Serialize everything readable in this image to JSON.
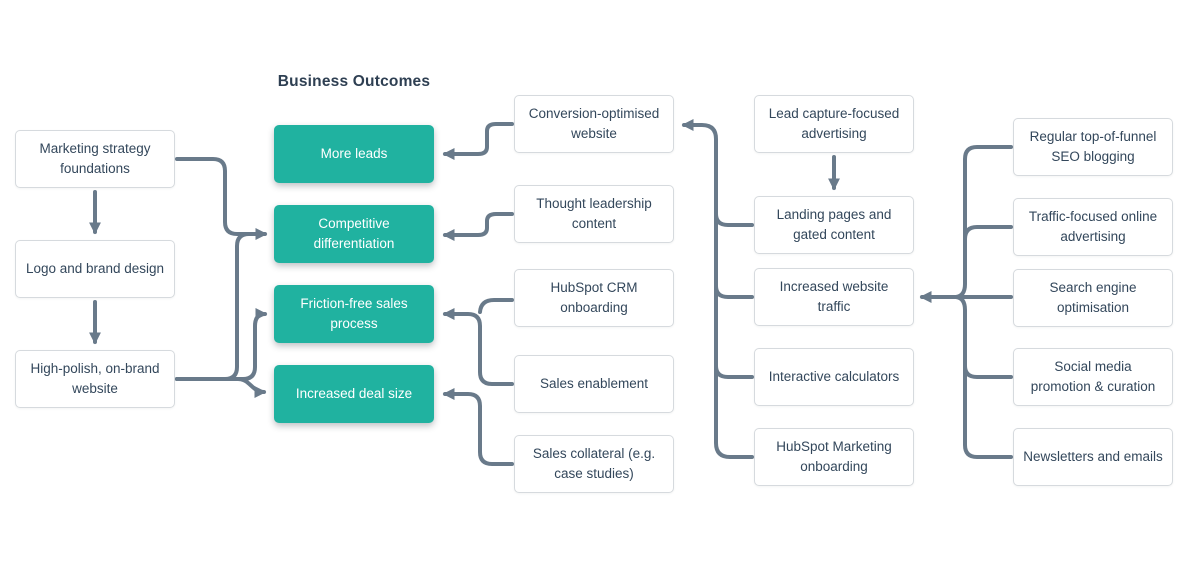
{
  "diagram_title": "Business Outcomes",
  "colors": {
    "accent_teal": "#20B2A0",
    "connector_gray": "#697A8A",
    "node_text": "#33475B",
    "node_border": "#D6DADE",
    "teal_node_text": "#FFFFFF"
  },
  "brand_foundations": {
    "items": [
      "Marketing strategy foundations",
      "Logo and brand design",
      "High-polish, on-brand website"
    ]
  },
  "business_outcomes": {
    "items": [
      "More leads",
      "Competitive differentiation",
      "Friction-free sales process",
      "Increased deal size"
    ]
  },
  "outcome_drivers": {
    "items": [
      "Conversion-optimised website",
      "Thought leadership content",
      "HubSpot CRM onboarding",
      "Sales enablement",
      "Sales collateral (e.g. case studies)"
    ]
  },
  "lead_generation": {
    "items": [
      "Lead capture-focused advertising",
      "Landing pages and gated content",
      "Increased website traffic",
      "Interactive calculators",
      "HubSpot Marketing onboarding"
    ]
  },
  "traffic_channels": {
    "items": [
      "Regular top-of-funnel SEO blogging",
      "Traffic-focused online advertising",
      "Search engine optimisation",
      "Social media promotion & curation",
      "Newsletters and emails"
    ]
  }
}
